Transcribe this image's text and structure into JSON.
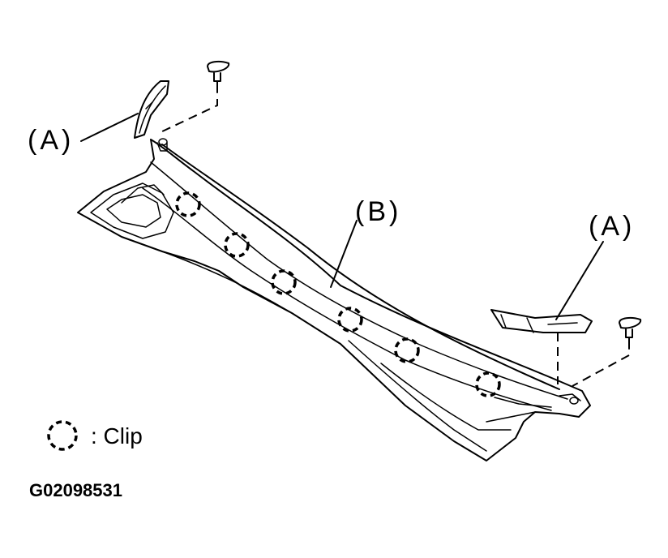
{
  "labels": {
    "part_a": "(A)",
    "part_b": "(B)"
  },
  "legend": {
    "clip_text": ": Clip"
  },
  "figure_id": "G02098531"
}
